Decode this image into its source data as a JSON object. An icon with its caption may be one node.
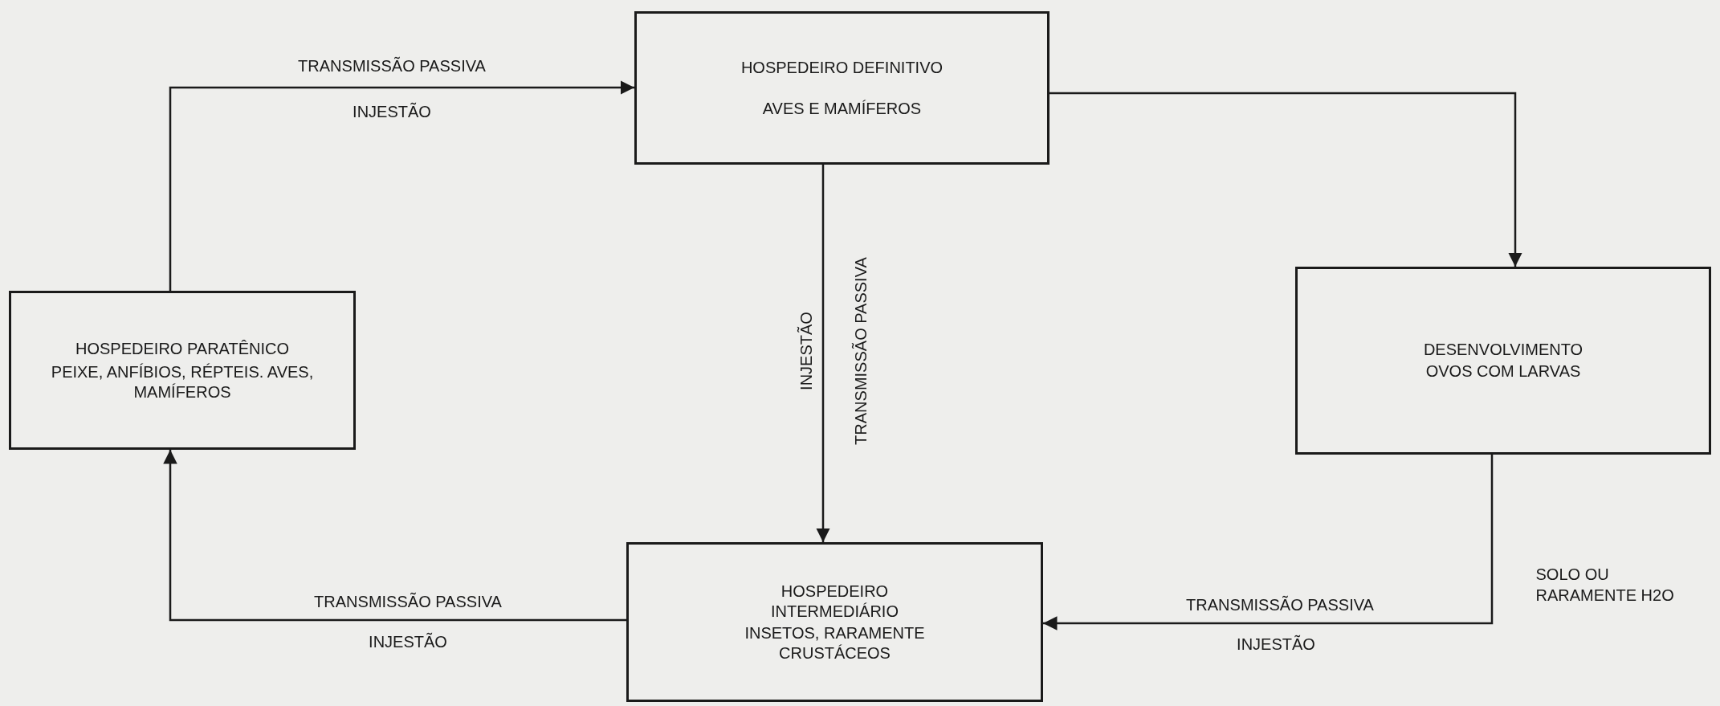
{
  "diagram": {
    "nodes": [
      {
        "text": [
          "HOSPEDEIRO DEFINITIVO",
          "AVES E MAMÍFEROS"
        ]
      },
      {
        "text": [
          "HOSPEDEIRO PARATÊNICO",
          "PEIXE, ANFÍBIOS, RÉPTEIS. AVES, MAMÍFEROS"
        ]
      },
      {
        "text": [
          "DESENVOLVIMENTO",
          "OVOS COM LARVAS"
        ]
      },
      {
        "text": [
          "HOSPEDEIRO INTERMEDIÁRIO",
          "INSETOS, RARAMENTE CRUSTÁCEOS"
        ]
      }
    ],
    "edges": [
      {
        "from": 1,
        "to": 0,
        "arrow": "to",
        "label": "TRANSMISSÃO PASSIVA"
      },
      {
        "from": 0,
        "to": 2,
        "arrow": "to"
      },
      {
        "from": 0,
        "to": 3,
        "arrow": "to",
        "label": "TRANSMISSÃO PASSIVA"
      },
      {
        "from": 2,
        "to": 3,
        "arrow": "to",
        "label": "TRANSMISSÃO PASSIVA"
      },
      {
        "from": 3,
        "to": 1,
        "arrow": "to",
        "label": "TRANSMISSÃO PASSIVA"
      }
    ],
    "labels": [
      "INJESTÃO",
      "INJESTÃO",
      "SOLO OU RARAMENTE H2O",
      "INJESTÃO",
      "INJESTÃO"
    ]
  }
}
